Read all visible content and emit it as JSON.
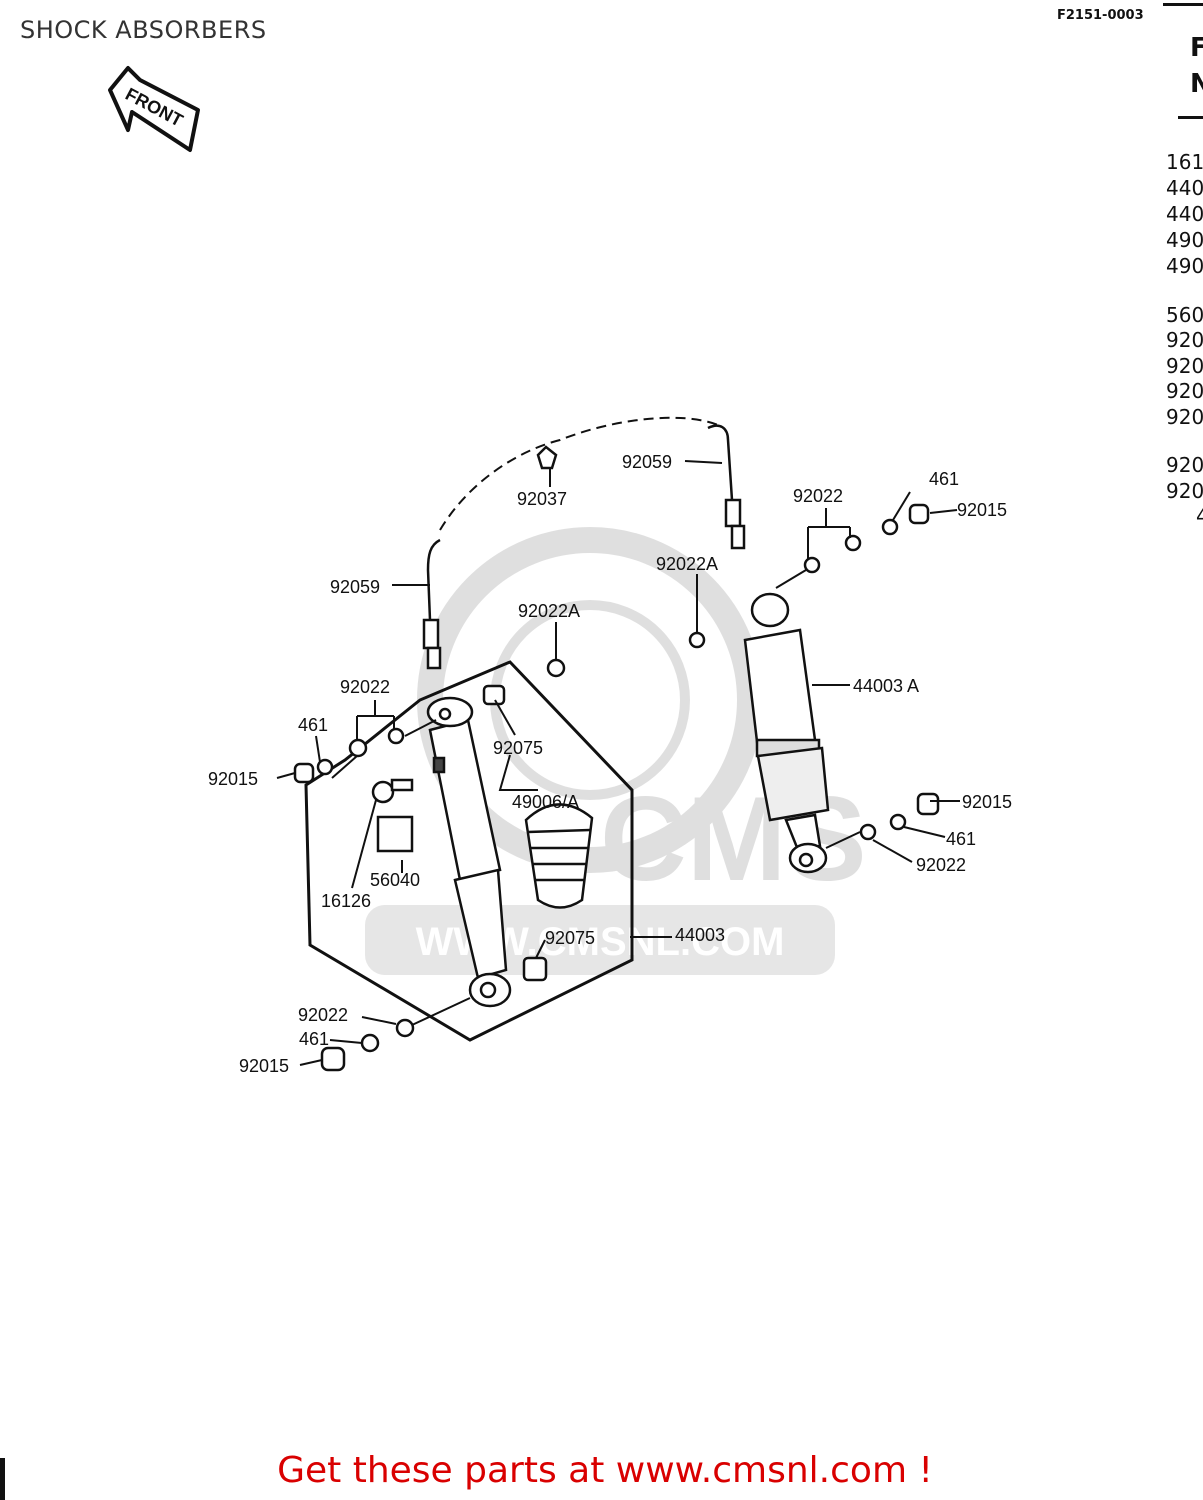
{
  "page": {
    "title": "SHOCK ABSORBERS",
    "diagram_code": "F2151-0003",
    "cta": "Get these parts at www.cmsnl.com !"
  },
  "front_arrow": {
    "label": "FRONT"
  },
  "watermark": {
    "text": "CMS",
    "url": "WWW.CMSNL.COM"
  },
  "right_column": {
    "header": [
      "F",
      "N"
    ],
    "lines": [
      "161",
      "440",
      "440",
      "490",
      "490",
      "560",
      "920",
      "920",
      "920",
      "920",
      "920",
      "920",
      "4"
    ]
  },
  "callouts": {
    "c92059_top": "92059",
    "c92037": "92037",
    "c92022_tr": "92022",
    "c461_tr": "461",
    "c92015_tr": "92015",
    "c92022A_tr": "92022A",
    "c92059_left": "92059",
    "c92022A_mid": "92022A",
    "c44003A": "44003 A",
    "c92022_left": "92022",
    "c461_left": "461",
    "c92075_top": "92075",
    "c92015_left": "92015",
    "c49006": "49006/A",
    "c92015_r2": "92015",
    "c461_r2": "461",
    "c92022_r2": "92022",
    "c56040": "56040",
    "c16126": "16126",
    "c92075_bot": "92075",
    "c44003": "44003",
    "c92022_bl": "92022",
    "c461_bl": "461",
    "c92015_bl": "92015"
  }
}
